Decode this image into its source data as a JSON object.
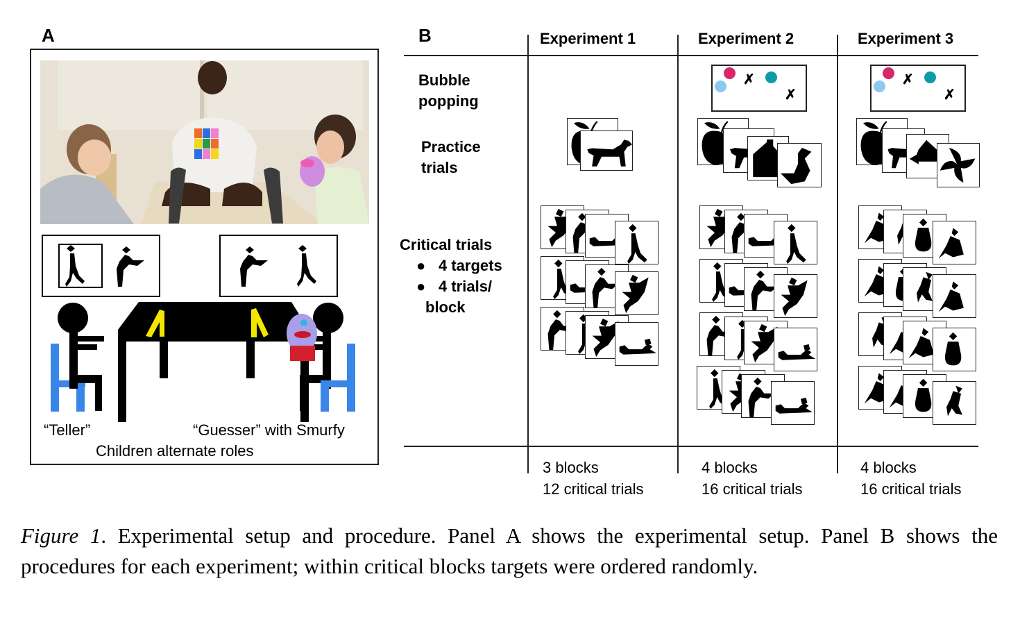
{
  "panel_a": {
    "letter": "A",
    "photo_alt": "Photo: two children seated at a table with tablets, experimenter in the middle",
    "teller_label": "“Teller”",
    "guesser_label": "“Guesser” with Smurfy",
    "roles_note": "Children alternate roles",
    "colors": {
      "chair": "#3a86e8",
      "tablet": "#f2e600",
      "puppet": "#a99ee8"
    }
  },
  "panel_b": {
    "letter": "B",
    "experiments": [
      {
        "title": "Experiment 1",
        "bubble_popping": false,
        "practice_cards": [
          "apple",
          "dog"
        ],
        "critical_blocks": 3,
        "footer_line1": "3 blocks",
        "footer_line2": "12 critical trials"
      },
      {
        "title": "Experiment 2",
        "bubble_popping": true,
        "practice_cards": [
          "apple",
          "dog",
          "house",
          "swan"
        ],
        "critical_blocks": 4,
        "footer_line1": "4 blocks",
        "footer_line2": "16 critical trials"
      },
      {
        "title": "Experiment 3",
        "bubble_popping": true,
        "practice_cards": [
          "apple",
          "dog",
          "arrow-shape",
          "pinwheel"
        ],
        "critical_blocks": 4,
        "footer_line1": "4 blocks",
        "footer_line2": "16 critical trials"
      }
    ],
    "rows": {
      "bubble_line1": "Bubble",
      "bubble_line2": "popping",
      "practice_line1": "Practice",
      "practice_line2": "trials",
      "critical_title": "Critical trials",
      "critical_bullet1": "4 targets",
      "critical_bullet2": "4 trials/",
      "critical_bullet2b": "block"
    },
    "bubble_colors": {
      "pink": "#d8266a",
      "light_blue": "#8cc8ef",
      "teal": "#0f9aaa"
    }
  },
  "caption": {
    "figure_label": "Figure 1",
    "text": ". Experimental setup and procedure. Panel A shows the experimental setup. Panel B shows the procedures for each experiment; within critical blocks targets were ordered randomly."
  }
}
